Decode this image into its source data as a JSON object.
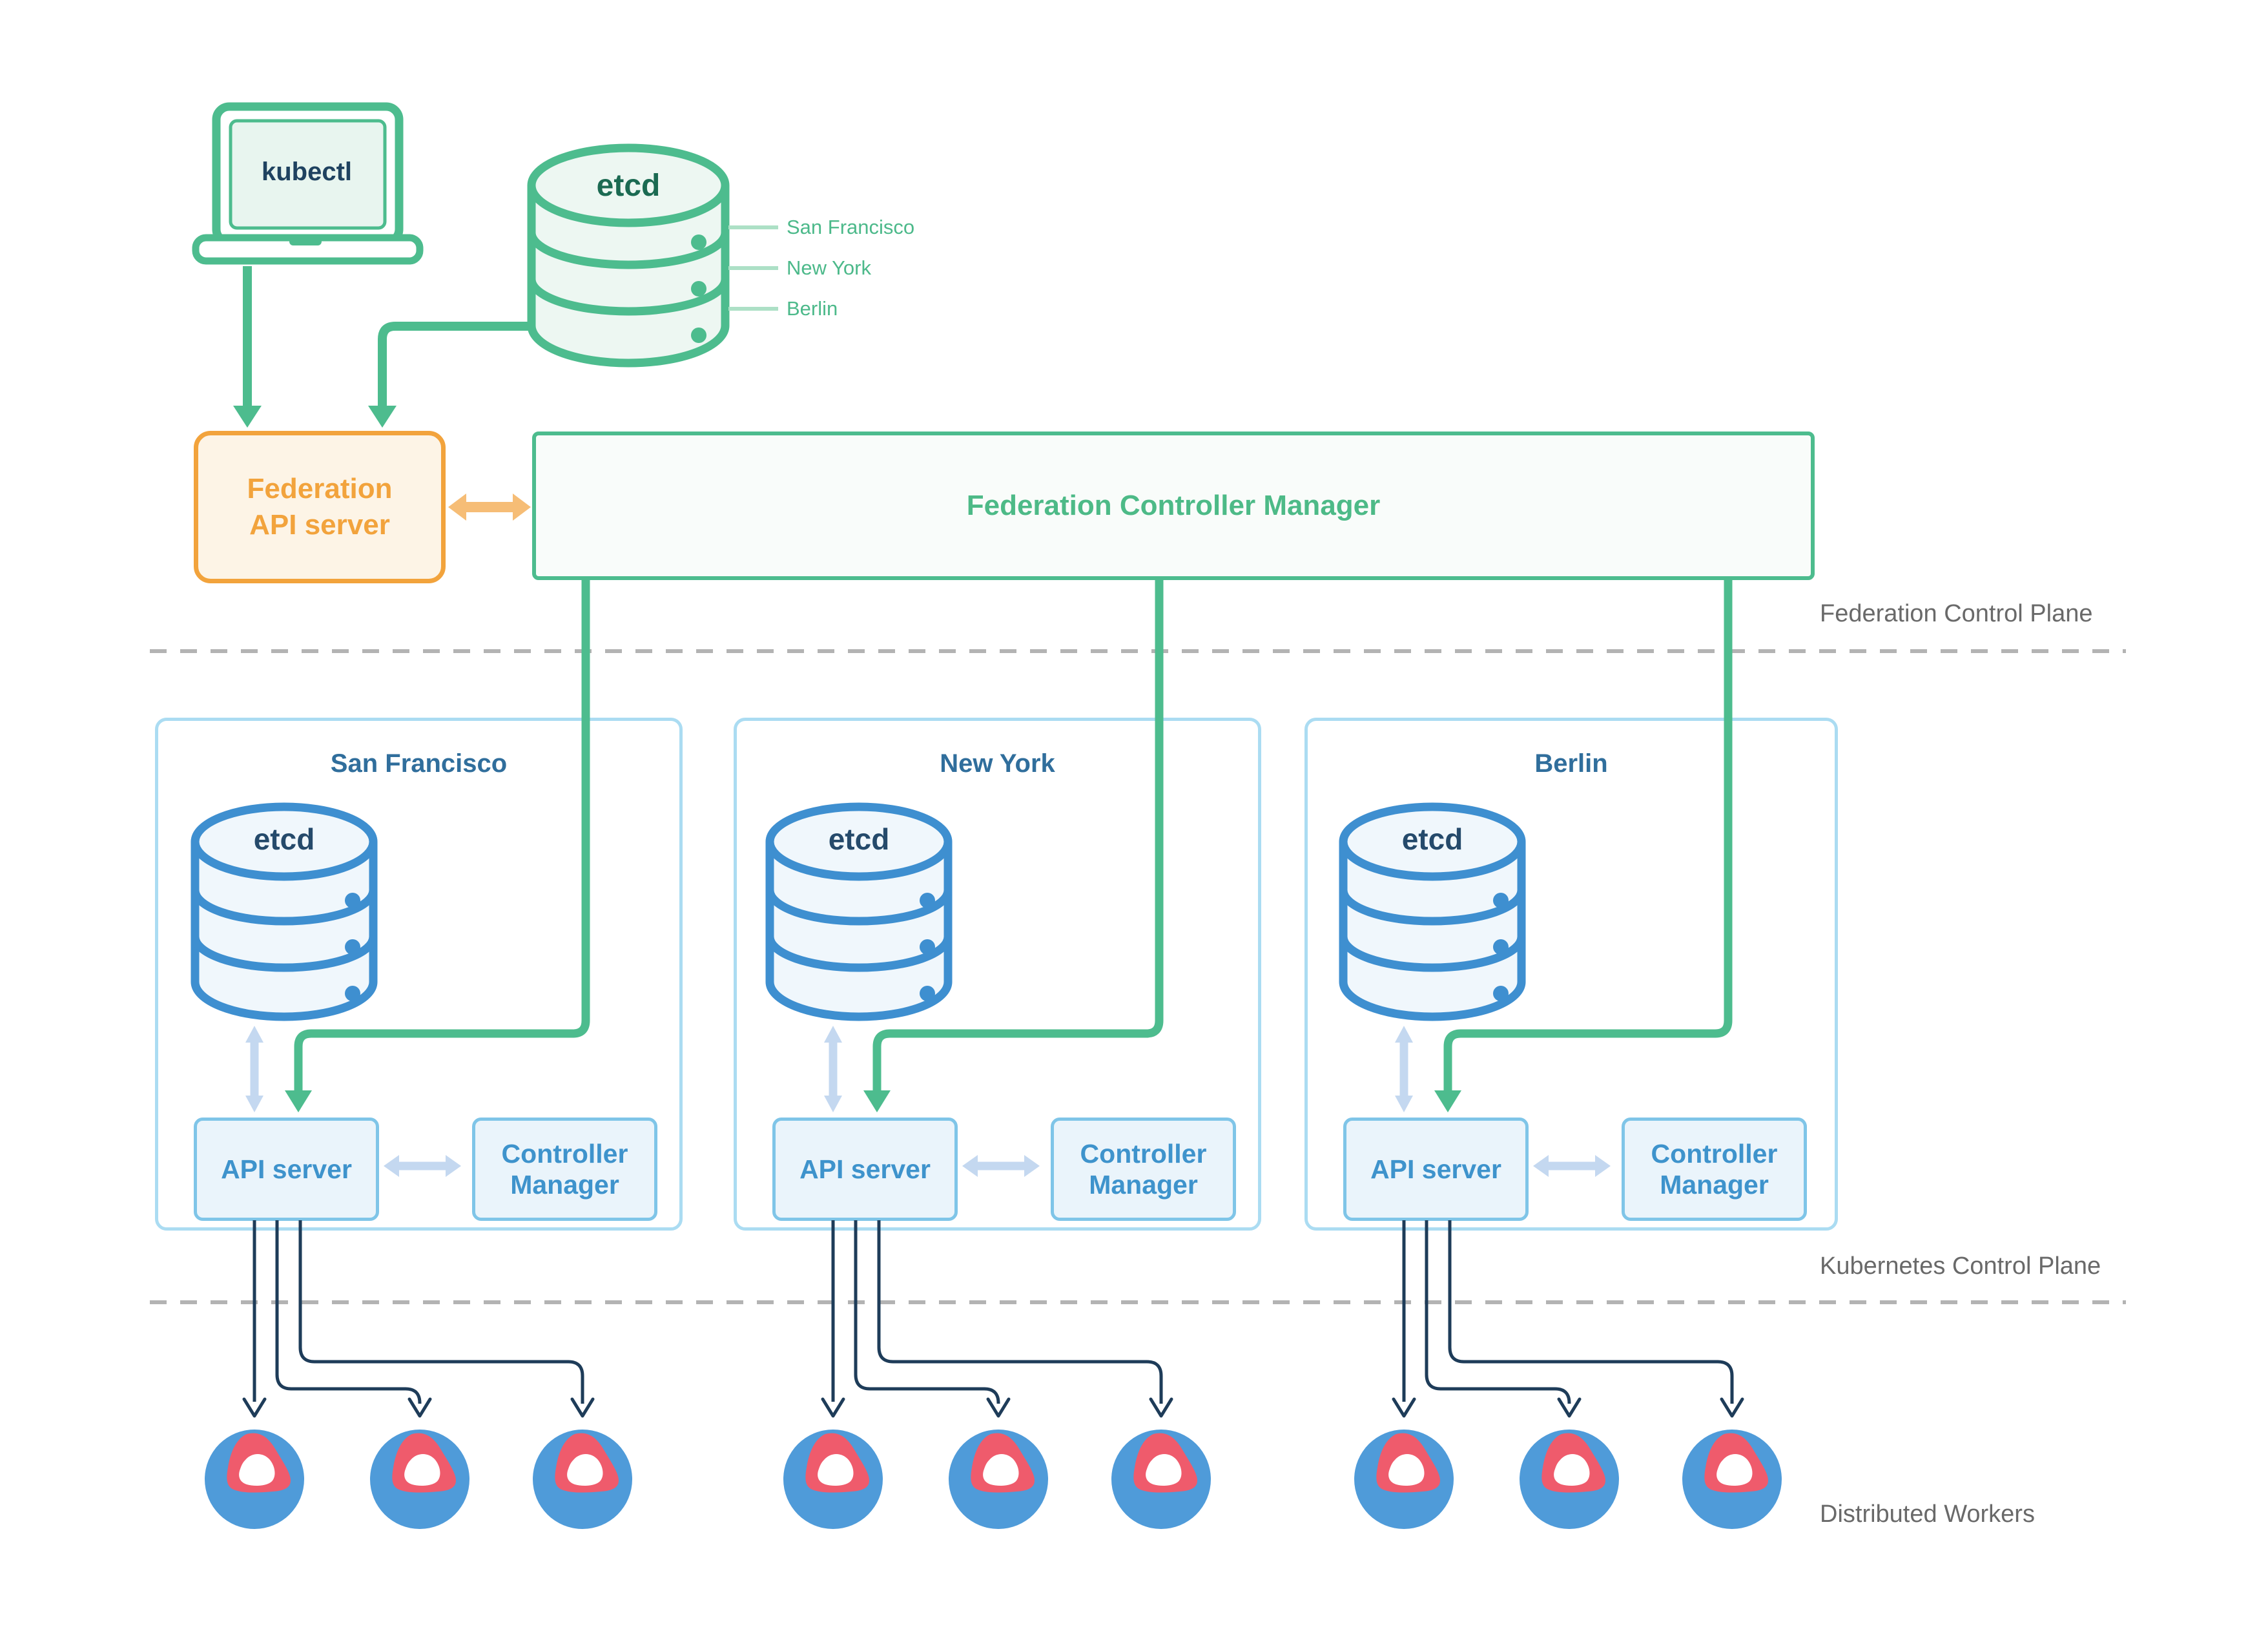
{
  "kubectl": {
    "label": "kubectl"
  },
  "federation_etcd": {
    "label": "etcd",
    "regions": [
      "San Francisco",
      "New York",
      "Berlin"
    ]
  },
  "federation_api_server": {
    "line1": "Federation",
    "line2": "API server"
  },
  "federation_controller_manager": {
    "label": "Federation Controller Manager"
  },
  "section_labels": {
    "federation": "Federation Control Plane",
    "kubernetes": "Kubernetes Control Plane",
    "workers": "Distributed Workers"
  },
  "clusters": [
    {
      "title": "San Francisco",
      "etcd_label": "etcd",
      "api_server": "API server",
      "controller_manager_line1": "Controller",
      "controller_manager_line2": "Manager",
      "worker_count": 3
    },
    {
      "title": "New York",
      "etcd_label": "etcd",
      "api_server": "API server",
      "controller_manager_line1": "Controller",
      "controller_manager_line2": "Manager",
      "worker_count": 3
    },
    {
      "title": "Berlin",
      "etcd_label": "etcd",
      "api_server": "API server",
      "controller_manager_line1": "Controller",
      "controller_manager_line2": "Manager",
      "worker_count": 3
    }
  ],
  "colors": {
    "green": "#4DBC8E",
    "green_tick": "#ADE0C6",
    "green_text": "#4CB98A",
    "etcd_green_text": "#1B6A52",
    "orange_border": "#F2A33C",
    "orange_fill": "#FDF4E6",
    "orange_arrow": "#F6BD76",
    "blue_text": "#3E93CC",
    "blue_stroke": "#3E8FD0",
    "pale_blue_arrow": "#C4D8F0",
    "cluster_border": "#ABDCF2",
    "inner_box_border": "#7FC5E8",
    "inner_box_fill": "#EAF4FB",
    "navy_line": "#1E3C59",
    "cluster_title": "#306E9C",
    "etcd_blue_text": "#254A6B",
    "section_gray": "#696969",
    "dash_gray": "#B3B3B3",
    "worker_blue": "#4F9BD9",
    "worker_red": "#EF5B6C"
  }
}
